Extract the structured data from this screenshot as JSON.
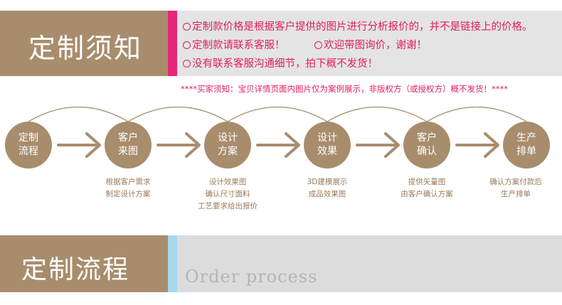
{
  "top_title": "定制须知",
  "notes": [
    "定制款价格是根据客户提供的图片进行分析报价的，并不是链接上的价格。",
    "定制款请联系客服！",
    "欢迎带图询价，谢谢！",
    "没有联系客服沟通细节，拍下概不发货！"
  ],
  "disclaimer": "****买家须知：宝贝详情页面内图片仅为案例展示，非版权方（或授权方）概不发货！****",
  "steps": [
    {
      "line1": "定制",
      "line2": "流程",
      "caption": []
    },
    {
      "line1": "客户",
      "line2": "来图",
      "caption": [
        "根据客户需求",
        "制定设计方案"
      ]
    },
    {
      "line1": "设计",
      "line2": "方案",
      "caption": [
        "设计效果图",
        "确认尺寸面料",
        "工艺要求给出报价"
      ]
    },
    {
      "line1": "设计",
      "line2": "效果",
      "caption": [
        "3D建模展示",
        "成品效果图"
      ]
    },
    {
      "line1": "客户",
      "line2": "确认",
      "caption": [
        "提供矢量图",
        "由客户确认方案"
      ]
    },
    {
      "line1": "生产",
      "line2": "排单",
      "caption": [
        "确认方案付款后",
        "生产排单"
      ]
    }
  ],
  "bottom_title": "定制流程",
  "bottom_subtitle": "Order process",
  "colors": {
    "brown": "#a88d6d",
    "pink": "#e5267a",
    "red_text": "#e01f5a",
    "light_blue": "#a8d8ee",
    "gray": "#e4e4e4"
  }
}
